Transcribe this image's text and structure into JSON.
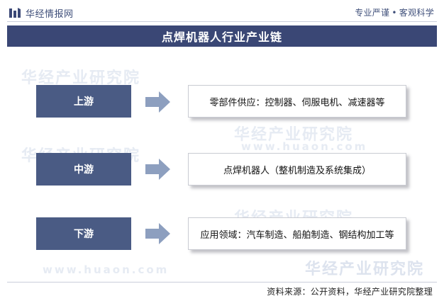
{
  "brand": {
    "name": "华经情报网",
    "logo_icon": "bar-logo-icon"
  },
  "tagline": {
    "left": "专业严谨",
    "right": "客观科学"
  },
  "title": "点焊机器人行业产业链",
  "stages": [
    {
      "label": "上游",
      "content": "零部件供应：控制器、伺服电机、减速器等"
    },
    {
      "label": "中游",
      "content": "点焊机器人（整机制造及系统集成）"
    },
    {
      "label": "下游",
      "content": "应用领域：汽车制造、船舶制造、钢结构加工等"
    }
  ],
  "watermark": {
    "cn": "华经产业研究院",
    "en": "www.huaon.com"
  },
  "source": "资料来源：公开资料，华经产业研究院整理",
  "colors": {
    "banner": "#3a4775",
    "stage_box": "#4a5b84",
    "arrow": "#8d9fbf",
    "accent": "#3f4f7a"
  }
}
